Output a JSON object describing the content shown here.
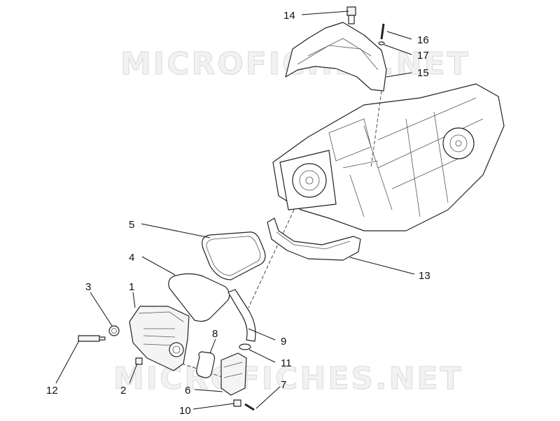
{
  "watermark": {
    "text": "MICROFICHES.NET"
  },
  "callouts": [
    "1",
    "2",
    "3",
    "4",
    "5",
    "6",
    "7",
    "8",
    "9",
    "10",
    "11",
    "12",
    "13",
    "14",
    "15",
    "16",
    "17"
  ]
}
